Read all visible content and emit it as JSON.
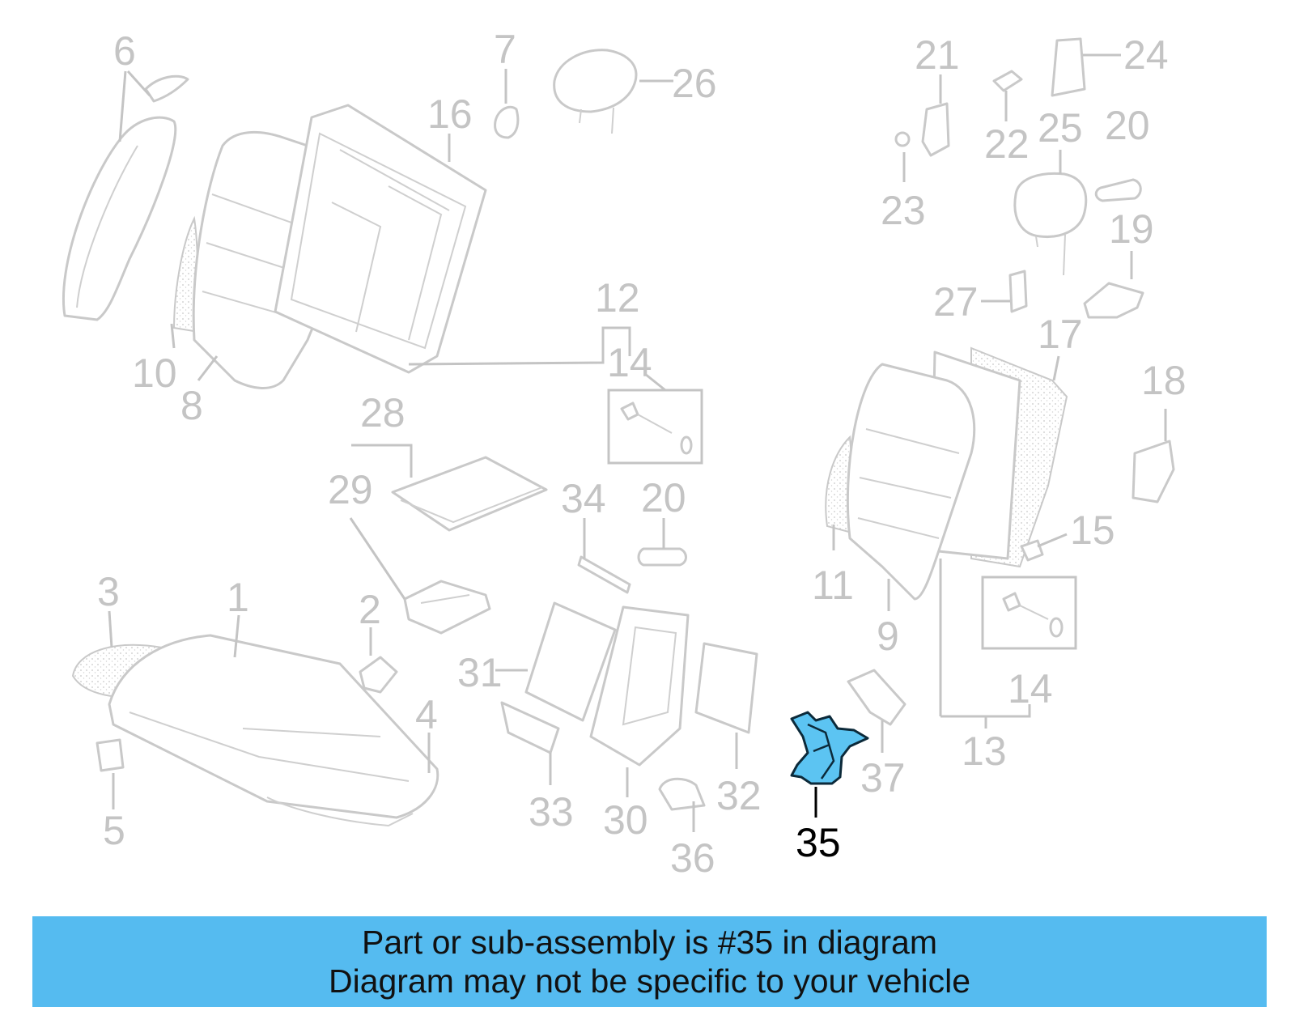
{
  "diagram": {
    "highlight_color": "#5cc4f2",
    "part_color": "#c4c4c4",
    "highlighted_callout": "35",
    "callouts": [
      {
        "id": "c1",
        "label": "1"
      },
      {
        "id": "c2",
        "label": "2"
      },
      {
        "id": "c3",
        "label": "3"
      },
      {
        "id": "c4",
        "label": "4"
      },
      {
        "id": "c5",
        "label": "5"
      },
      {
        "id": "c6",
        "label": "6"
      },
      {
        "id": "c7",
        "label": "7"
      },
      {
        "id": "c8",
        "label": "8"
      },
      {
        "id": "c9",
        "label": "9"
      },
      {
        "id": "c10",
        "label": "10"
      },
      {
        "id": "c11",
        "label": "11"
      },
      {
        "id": "c12",
        "label": "12"
      },
      {
        "id": "c13",
        "label": "13"
      },
      {
        "id": "c14a",
        "label": "14"
      },
      {
        "id": "c14b",
        "label": "14"
      },
      {
        "id": "c15",
        "label": "15"
      },
      {
        "id": "c16",
        "label": "16"
      },
      {
        "id": "c17",
        "label": "17"
      },
      {
        "id": "c18",
        "label": "18"
      },
      {
        "id": "c19",
        "label": "19"
      },
      {
        "id": "c20a",
        "label": "20"
      },
      {
        "id": "c20b",
        "label": "20"
      },
      {
        "id": "c21",
        "label": "21"
      },
      {
        "id": "c22",
        "label": "22"
      },
      {
        "id": "c23",
        "label": "23"
      },
      {
        "id": "c24",
        "label": "24"
      },
      {
        "id": "c25",
        "label": "25"
      },
      {
        "id": "c26",
        "label": "26"
      },
      {
        "id": "c27",
        "label": "27"
      },
      {
        "id": "c28",
        "label": "28"
      },
      {
        "id": "c29",
        "label": "29"
      },
      {
        "id": "c30",
        "label": "30"
      },
      {
        "id": "c31",
        "label": "31"
      },
      {
        "id": "c32",
        "label": "32"
      },
      {
        "id": "c33",
        "label": "33"
      },
      {
        "id": "c34",
        "label": "34"
      },
      {
        "id": "c35",
        "label": "35"
      },
      {
        "id": "c36",
        "label": "36"
      },
      {
        "id": "c37",
        "label": "37"
      }
    ]
  },
  "banner": {
    "line1": "Part or sub-assembly is #35 in diagram",
    "line2": "Diagram may not be specific to your vehicle"
  }
}
